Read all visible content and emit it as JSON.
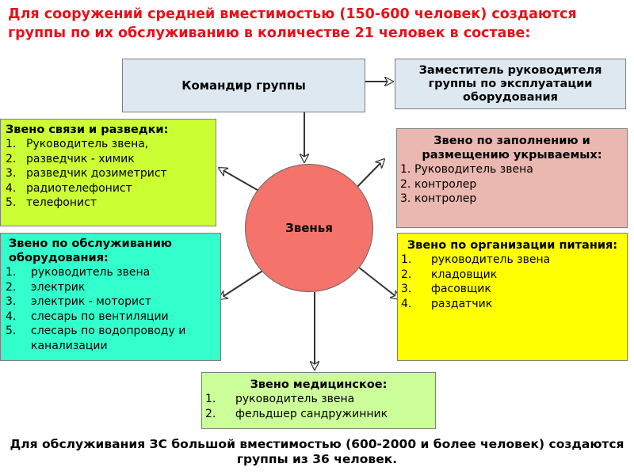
{
  "heading": "Для сооружений средней вместимостью (150-600 человек) создаются группы по их обслуживанию в количестве 21 человек в составе:",
  "commander": "Командир группы",
  "deputy": "Заместитель руководителя группы по эксплуатации оборудования",
  "center": "Звенья",
  "units": {
    "communication": {
      "title": "Звено связи и разведки:",
      "items": [
        {
          "n": "1.",
          "t": "Руководитель звена,"
        },
        {
          "n": "2.",
          "t": "разведчик - химик"
        },
        {
          "n": "3.",
          "t": "разведчик дозиметрист"
        },
        {
          "n": "4.",
          "t": "радиотелефонист"
        },
        {
          "n": "5.",
          "t": "телефонист"
        }
      ]
    },
    "equipment": {
      "title": "Звено по обслуживанию оборудования:",
      "items": [
        {
          "n": "1.",
          "t": "руководитель звена"
        },
        {
          "n": "2.",
          "t": "электрик"
        },
        {
          "n": "3.",
          "t": "электрик - моторист"
        },
        {
          "n": "4.",
          "t": "слесарь по вентиляции"
        },
        {
          "n": "5.",
          "t": "слесарь по водопроводу и канализации"
        }
      ]
    },
    "shelter": {
      "title": "Звено по заполнению и размещению укрываемых:",
      "items": [
        {
          "n": "1.",
          "t": "Руководитель звена"
        },
        {
          "n": "2.",
          "t": "контролер"
        },
        {
          "n": "3.",
          "t": "контролер"
        }
      ]
    },
    "food": {
      "title": "Звено по организации питания:",
      "items": [
        {
          "n": "1.",
          "t": "руководитель звена"
        },
        {
          "n": "2.",
          "t": "кладовщик"
        },
        {
          "n": "3.",
          "t": "фасовщик"
        },
        {
          "n": "4.",
          "t": "раздатчик"
        }
      ]
    },
    "medical": {
      "title": "Звено медицинское:",
      "items": [
        {
          "n": "1.",
          "t": "руководитель звена"
        },
        {
          "n": "2.",
          "t": "фельдшер сандружинник"
        }
      ]
    }
  },
  "footer": "Для обслуживания ЗС большой вместимостью (600-2000 и более человек) создаются группы из 36 человек."
}
